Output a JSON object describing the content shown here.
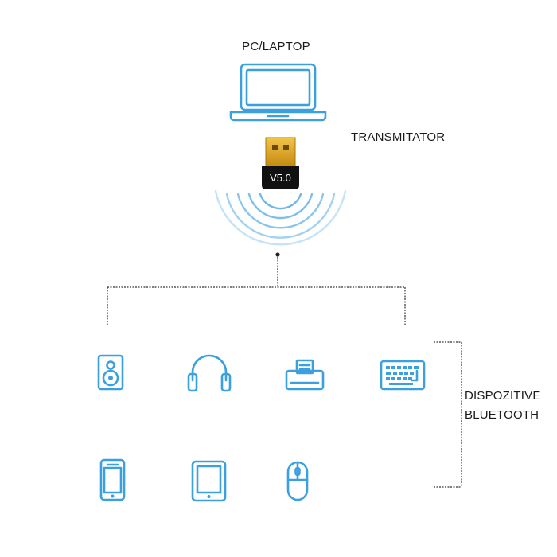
{
  "labels": {
    "pc_laptop": "PC/LAPTOP",
    "transmitter": "TRANSMITATOR",
    "devices_line1": "DISPOZITIVE",
    "devices_line2": "BLUETOOTH",
    "adapter_version": "V5.0"
  },
  "colors": {
    "icon": "#3aa0e0",
    "wave": "#6fb8e8",
    "adapter_gold": "#d9a21b",
    "adapter_body": "#111111",
    "line": "#333333"
  },
  "devices": [
    {
      "name": "speaker-icon"
    },
    {
      "name": "headphones-icon"
    },
    {
      "name": "printer-icon"
    },
    {
      "name": "keyboard-icon"
    },
    {
      "name": "smartphone-icon"
    },
    {
      "name": "tablet-icon"
    },
    {
      "name": "mouse-icon"
    }
  ]
}
